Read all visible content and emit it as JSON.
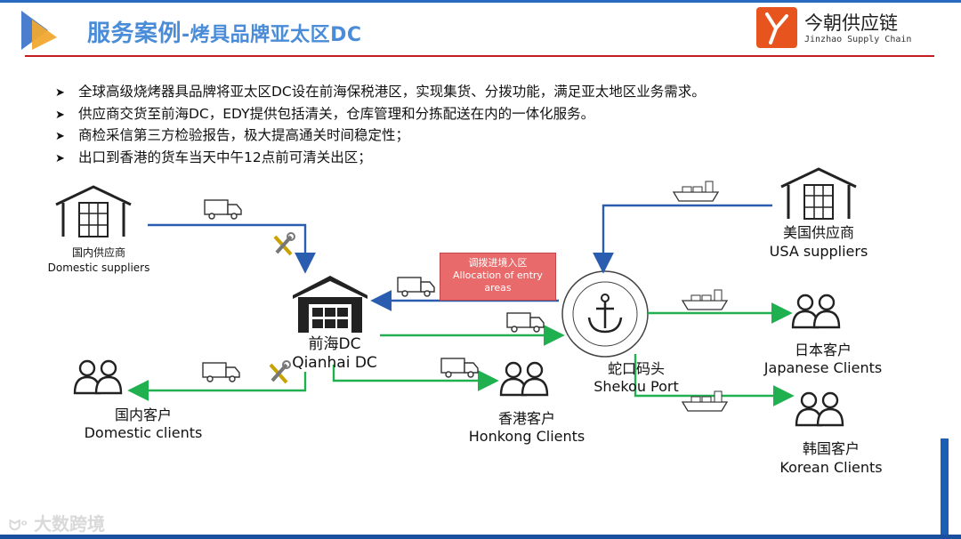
{
  "header": {
    "title_main": "服务案例",
    "title_sub": "-烤具品牌亚太区DC"
  },
  "logo": {
    "cn": "今朝供应链",
    "en": "Jinzhao Supply Chain"
  },
  "bullets": [
    "全球高级烧烤器具品牌将亚太区DC设在前海保税港区，实现集货、分拨功能，满足亚太地区业务需求。",
    "供应商交货至前海DC，EDY提供包括清关，仓库管理和分拣配送在内的一体化服务。",
    "商检采信第三方检验报告，极大提高通关时间稳定性；",
    "出口到香港的货车当天中午12点前可清关出区；"
  ],
  "nodes": {
    "domestic_suppliers": {
      "cn": "国内供应商",
      "en": "Domestic suppliers"
    },
    "qianhai_dc": {
      "cn": "前海DC",
      "en": "Qianhai DC"
    },
    "domestic_clients": {
      "cn": "国内客户",
      "en": "Domestic clients"
    },
    "hongkong_clients": {
      "cn": "香港客户",
      "en": "Honkong Clients"
    },
    "shekou_port": {
      "cn": "蛇口码头",
      "en": "Shekou Port"
    },
    "usa_suppliers": {
      "cn": "美国供应商",
      "en": "USA  suppliers"
    },
    "japanese_clients": {
      "cn": "日本客户",
      "en": "Japanese Clients"
    },
    "korean_clients": {
      "cn": "韩国客户",
      "en": "Korean Clients"
    }
  },
  "allocation": {
    "cn": "调拨进境入区",
    "en": "Allocation of entry areas"
  },
  "watermark": "大数跨境",
  "colors": {
    "blue_flow": "#2a5db0",
    "green_flow": "#20b050",
    "title": "#4a8cd8",
    "rule": "#c41e1e"
  }
}
